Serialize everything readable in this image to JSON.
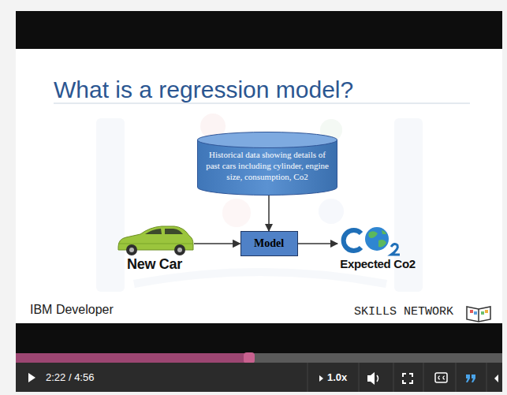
{
  "diagram": {
    "title": "What is a regression model?",
    "nodes": [
      {
        "text": [
          "Historical data showing details of past cars including cylinder, engine size, consumption, Co2"
        ]
      },
      {
        "text": [
          "New Car"
        ]
      },
      {
        "text": [
          "Model"
        ]
      },
      {
        "text": [
          "Expected Co2"
        ]
      }
    ],
    "edges": [
      {
        "from": 0,
        "to": 2,
        "arrow": "to"
      },
      {
        "from": 1,
        "to": 2,
        "arrow": "to"
      },
      {
        "from": 2,
        "to": 3,
        "arrow": "to"
      }
    ],
    "labels": [
      "IBM Developer",
      "SKILLS NETWORK",
      "2:22 / 4:56",
      "1.0x"
    ]
  }
}
